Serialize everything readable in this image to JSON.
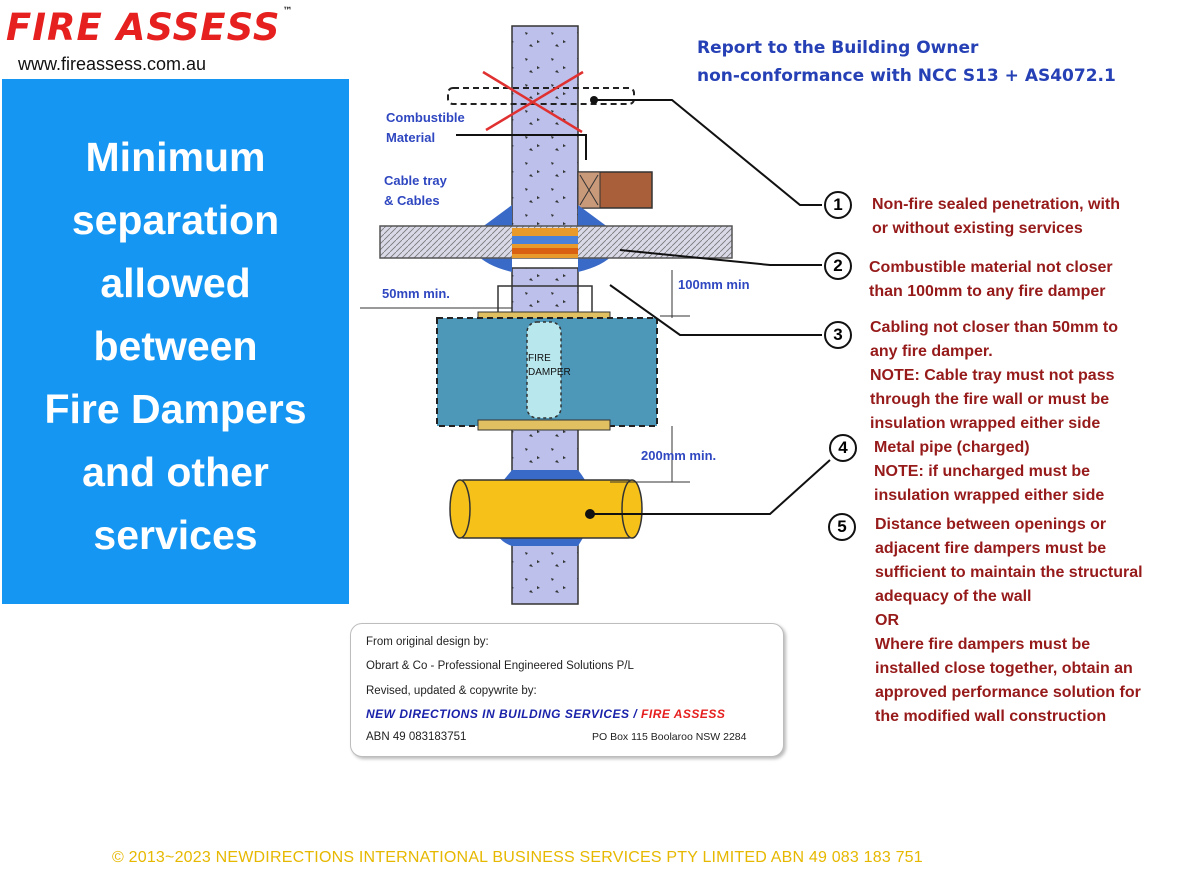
{
  "header": {
    "logo_text": "FIRE ASSESS",
    "trademark": "™",
    "website": "www.fireassess.com.au"
  },
  "panel": {
    "lines": [
      "Minimum",
      "separation",
      "allowed",
      "between",
      "Fire Dampers",
      "and other",
      "services"
    ],
    "bg_color": "#1596f2"
  },
  "report": {
    "line1": "Report to the Building Owner",
    "line2": "non-conformance with  NCC S13 + AS4072.1"
  },
  "diagram": {
    "labels": {
      "combustible_1": "Combustible",
      "combustible_2": "Material",
      "cable_tray_1": "Cable tray",
      "cable_tray_2": "& Cables",
      "min50": "50mm min.",
      "min100": "100mm min",
      "min200": "200mm min.",
      "damper_1": "FIRE",
      "damper_2": "DAMPER"
    },
    "callouts": [
      "1",
      "2",
      "3",
      "4",
      "5"
    ]
  },
  "notes": {
    "n1": [
      "Non-fire sealed penetration, with",
      "or without existing services"
    ],
    "n2": [
      "Combustible material not closer",
      "than 100mm to any fire damper"
    ],
    "n3": [
      "Cabling not closer than 50mm to",
      "any fire damper.",
      "NOTE: Cable tray must not pass",
      "through the fire wall or must be",
      "insulation wrapped either side"
    ],
    "n4": [
      "Metal pipe (charged)",
      "NOTE: if uncharged must be",
      "insulation wrapped either side"
    ],
    "n5": [
      "Distance between openings  or",
      "adjacent fire dampers must be",
      "sufficient to maintain the structural",
      "adequacy of the wall",
      "OR",
      "Where fire dampers must be",
      "installed close together, obtain an",
      "approved performance solution for",
      "the modified wall construction"
    ]
  },
  "credits": {
    "line1": "From original design by:",
    "line2": "Obrart & Co - Professional Engineered Solutions P/L",
    "line3": "Revised, updated & copywrite by:",
    "brand_a": "NEW DIRECTIONS IN BUILDING SERVICES / ",
    "brand_b": "FIRE ASSESS",
    "abn": "ABN 49 083183751",
    "address": "PO Box 115 Boolaroo NSW 2284"
  },
  "footer": "© 2013~2023 NEWDIRECTIONS INTERNATIONAL  BUSINESS SERVICES PTY LIMITED ABN 49 083 183 751",
  "colors": {
    "logo_red": "#e5201f",
    "note_red": "#961a1a",
    "label_blue": "#2f47c0",
    "wall": "#bcc0ea",
    "damper": "#4d97b8",
    "pipe": "#f6c21a",
    "footer": "#e6b800"
  }
}
